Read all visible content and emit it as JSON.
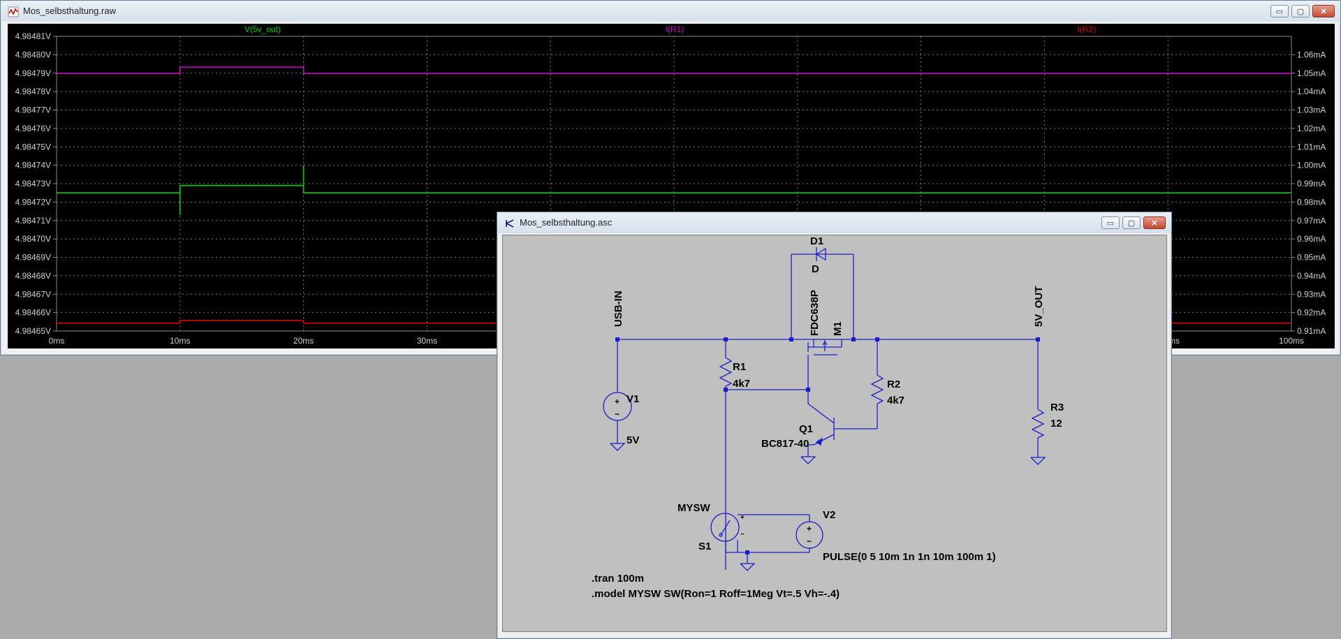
{
  "waveform_window": {
    "title": "Mos_selbsthaltung.raw",
    "buttons": {
      "minimize": "▭",
      "maximize": "▢",
      "close": "✕"
    },
    "traces": [
      {
        "label": "V(5v_out)",
        "color": "#00d000"
      },
      {
        "label": "I(R1)",
        "color": "#d000d0"
      },
      {
        "label": "I(R2)",
        "color": "#e00000"
      }
    ],
    "left_axis_ticks": [
      "4.98481V",
      "4.98480V",
      "4.98479V",
      "4.98478V",
      "4.98477V",
      "4.98476V",
      "4.98475V",
      "4.98474V",
      "4.98473V",
      "4.98472V",
      "4.98471V",
      "4.98470V",
      "4.98469V",
      "4.98468V",
      "4.98467V",
      "4.98466V",
      "4.98465V"
    ],
    "right_axis_ticks": [
      "1.06mA",
      "1.05mA",
      "1.04mA",
      "1.03mA",
      "1.02mA",
      "1.01mA",
      "1.00mA",
      "0.99mA",
      "0.98mA",
      "0.97mA",
      "0.96mA",
      "0.95mA",
      "0.94mA",
      "0.93mA",
      "0.92mA",
      "0.91mA"
    ],
    "x_axis_ticks": [
      "0ms",
      "10ms",
      "20ms",
      "30ms",
      "ms",
      "100ms"
    ]
  },
  "chart_data": {
    "type": "line",
    "series": [
      {
        "name": "V(5v_out)",
        "x_ms": [
          0,
          10,
          10,
          10,
          20,
          20,
          20,
          100
        ],
        "values": [
          4.984725,
          4.984725,
          4.984713,
          4.984729,
          4.984729,
          4.98474,
          4.984725,
          4.984725
        ],
        "unit": "V"
      },
      {
        "name": "I(R1)",
        "x_ms": [
          0,
          10,
          10,
          20,
          20,
          100
        ],
        "values": [
          1.0598,
          1.0598,
          1.0635,
          1.0635,
          1.0598,
          1.0598
        ],
        "unit": "mA"
      },
      {
        "name": "I(R2)",
        "x_ms": [
          0,
          10,
          10,
          20,
          20,
          100
        ],
        "values": [
          0.9146,
          0.9146,
          0.9162,
          0.9162,
          0.9146,
          0.9146
        ],
        "unit": "mA"
      }
    ],
    "xlabel": "",
    "ylabel": "",
    "xlim": [
      0,
      100
    ],
    "ylim_left": [
      4.98465,
      4.98481
    ],
    "ylim_right": [
      0.91,
      1.06
    ],
    "grid": true
  },
  "schematic_window": {
    "title": "Mos_selbsthaltung.asc",
    "buttons": {
      "minimize": "▭",
      "maximize": "▢",
      "close": "✕"
    },
    "labels": {
      "usb_in": "USB-IN",
      "out": "5V_OUT",
      "d1_name": "D1",
      "d1_value": "D",
      "m1_model": "FDC638P",
      "m1_name": "M1",
      "r1_name": "R1",
      "r1_value": "4k7",
      "r2_name": "R2",
      "r2_value": "4k7",
      "r3_name": "R3",
      "r3_value": "12",
      "v1_name": "V1",
      "v1_value": "5V",
      "q1_name": "Q1",
      "q1_value": "BC817-40",
      "s1_model": "MYSW",
      "s1_name": "S1",
      "v2_name": "V2",
      "v2_value": "PULSE(0 5 10m 1n 1n 10m 100m 1)",
      "directive1": ".tran 100m",
      "directive2": ".model MYSW SW(Ron=1 Roff=1Meg Vt=.5 Vh=-.4)"
    }
  }
}
